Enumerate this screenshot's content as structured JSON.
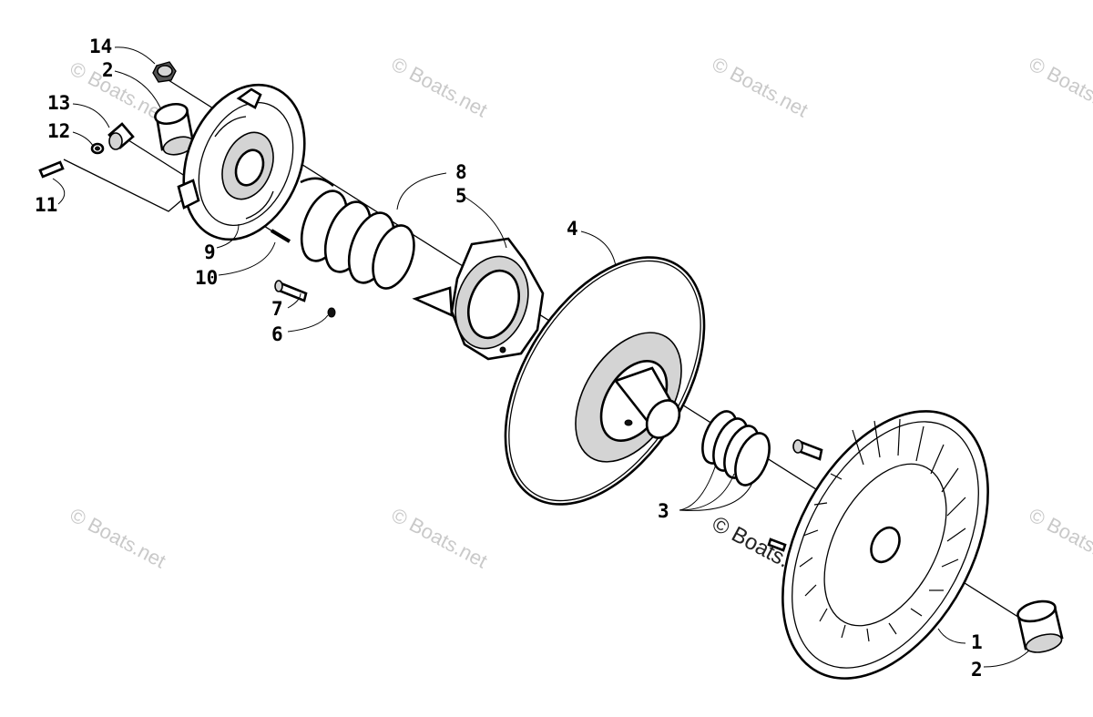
{
  "watermark_text": "© Boats.net",
  "labels": [
    {
      "id": "14",
      "text": "14"
    },
    {
      "id": "2a",
      "text": "2"
    },
    {
      "id": "13",
      "text": "13"
    },
    {
      "id": "12",
      "text": "12"
    },
    {
      "id": "11",
      "text": "11"
    },
    {
      "id": "8",
      "text": "8"
    },
    {
      "id": "5",
      "text": "5"
    },
    {
      "id": "9",
      "text": "9"
    },
    {
      "id": "10",
      "text": "10"
    },
    {
      "id": "7",
      "text": "7"
    },
    {
      "id": "6",
      "text": "6"
    },
    {
      "id": "4",
      "text": "4"
    },
    {
      "id": "3",
      "text": "3"
    },
    {
      "id": "1",
      "text": "1"
    },
    {
      "id": "2b",
      "text": "2"
    }
  ]
}
